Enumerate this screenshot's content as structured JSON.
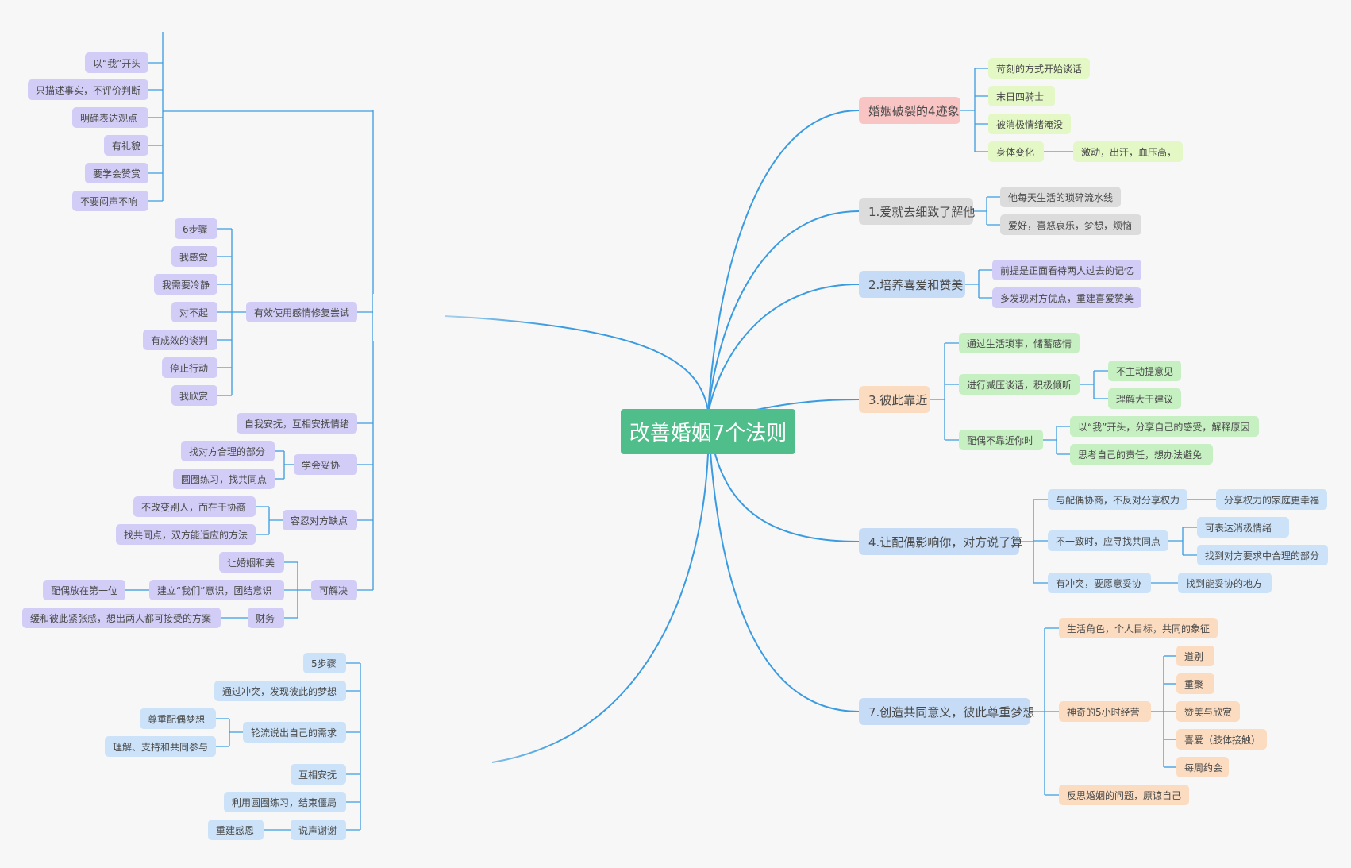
{
  "root": "改善婚姻7个法则",
  "right": [
    {
      "label": "婚姻破裂的4迹象",
      "color": "red",
      "children": [
        {
          "label": "苛刻的方式开始谈话",
          "color": "lime"
        },
        {
          "label": "末日四骑士",
          "color": "lime"
        },
        {
          "label": "被消极情绪淹没",
          "color": "lime"
        },
        {
          "label": "身体变化",
          "color": "lime",
          "children": [
            {
              "label": "激动，出汗，血压高，",
              "color": "lime"
            }
          ]
        }
      ]
    },
    {
      "label": "1.爱就去细致了解他",
      "color": "gray",
      "children": [
        {
          "label": "他每天生活的琐碎流水线",
          "color": "gray"
        },
        {
          "label": "爱好，喜怒哀乐，梦想，烦恼",
          "color": "gray"
        }
      ]
    },
    {
      "label": "2.培养喜爱和赞美",
      "color": "blue",
      "children": [
        {
          "label": "前提是正面看待两人过去的记忆",
          "color": "purple"
        },
        {
          "label": "多发现对方优点，重建喜爱赞美",
          "color": "purple"
        }
      ]
    },
    {
      "label": "3.彼此靠近",
      "color": "orange",
      "children": [
        {
          "label": "通过生活琐事，储蓄感情",
          "color": "green"
        },
        {
          "label": "进行减压谈话，积极倾听",
          "color": "green",
          "children": [
            {
              "label": "不主动提意见",
              "color": "green"
            },
            {
              "label": "理解大于建议",
              "color": "green"
            }
          ]
        },
        {
          "label": "配偶不靠近你时",
          "color": "green",
          "children": [
            {
              "label": "以“我”开头，分享自己的感受，解释原因",
              "color": "green"
            },
            {
              "label": "思考自己的责任，想办法避免",
              "color": "green"
            }
          ]
        }
      ]
    },
    {
      "label": "4.让配偶影响你，对方说了算",
      "color": "blue",
      "children": [
        {
          "label": "与配偶协商，不反对分享权力",
          "color": "sky",
          "children": [
            {
              "label": "分享权力的家庭更幸福",
              "color": "sky"
            }
          ]
        },
        {
          "label": "不一致时，应寻找共同点",
          "color": "sky",
          "children": [
            {
              "label": "可表达消极情绪",
              "color": "sky"
            },
            {
              "label": "找到对方要求中合理的部分",
              "color": "sky"
            }
          ]
        },
        {
          "label": "有冲突，要愿意妥协",
          "color": "sky",
          "children": [
            {
              "label": "找到能妥协的地方",
              "color": "sky"
            }
          ]
        }
      ]
    },
    {
      "label": "7.创造共同意义，彼此尊重梦想",
      "color": "blue",
      "children": [
        {
          "label": "生活角色，个人目标，共同的象征",
          "color": "orange"
        },
        {
          "label": "神奇的5小时经营",
          "color": "orange",
          "children": [
            {
              "label": "道别",
              "color": "orange"
            },
            {
              "label": "重聚",
              "color": "orange"
            },
            {
              "label": "赞美与欣赏",
              "color": "orange"
            },
            {
              "label": "喜爱（肢体接触）",
              "color": "orange"
            },
            {
              "label": "每周约会",
              "color": "orange"
            }
          ]
        },
        {
          "label": "反思婚姻的问题，原谅自己",
          "color": "orange"
        }
      ]
    }
  ],
  "left_upper": [
    {
      "label": "以“我”开头",
      "color": "purple"
    },
    {
      "label": "只描述事实，不评价判断",
      "color": "purple"
    },
    {
      "label": "明确表达观点",
      "color": "purple"
    },
    {
      "label": "有礼貌",
      "color": "purple"
    },
    {
      "label": "要学会赞赏",
      "color": "purple"
    },
    {
      "label": "不要闷声不响",
      "color": "purple"
    },
    {
      "label": "有效使用感情修复尝试",
      "color": "purple",
      "children": [
        {
          "label": "6步骤",
          "color": "purple"
        },
        {
          "label": "我感觉",
          "color": "purple"
        },
        {
          "label": "我需要冷静",
          "color": "purple"
        },
        {
          "label": "对不起",
          "color": "purple"
        },
        {
          "label": "有成效的谈判",
          "color": "purple"
        },
        {
          "label": "停止行动",
          "color": "purple"
        },
        {
          "label": "我欣赏",
          "color": "purple"
        }
      ]
    },
    {
      "label": "自我安抚，互相安抚情绪",
      "color": "purple"
    },
    {
      "label": "学会妥协",
      "color": "purple",
      "children": [
        {
          "label": "找对方合理的部分",
          "color": "purple"
        },
        {
          "label": "圆圈练习，找共同点",
          "color": "purple"
        }
      ]
    },
    {
      "label": "容忍对方缺点",
      "color": "purple",
      "children": [
        {
          "label": "不改变别人，而在于协商",
          "color": "purple"
        },
        {
          "label": "找共同点，双方能适应的方法",
          "color": "purple"
        }
      ]
    },
    {
      "label": "可解决",
      "color": "purple",
      "children": [
        {
          "label": "让婚姻和美",
          "color": "purple"
        },
        {
          "label": "建立“我们”意识，团结意识",
          "color": "purple",
          "children": [
            {
              "label": "配偶放在第一位",
              "color": "purple"
            }
          ]
        },
        {
          "label": "财务",
          "color": "purple",
          "children": [
            {
              "label": "缓和彼此紧张感，想出两人都可接受的方案",
              "color": "purple"
            }
          ]
        }
      ]
    }
  ],
  "left_lower": [
    {
      "label": "5步骤",
      "color": "sky"
    },
    {
      "label": "通过冲突，发现彼此的梦想",
      "color": "sky"
    },
    {
      "label": "轮流说出自己的需求",
      "color": "sky",
      "children": [
        {
          "label": "尊重配偶梦想",
          "color": "sky"
        },
        {
          "label": "理解、支持和共同参与",
          "color": "sky"
        }
      ]
    },
    {
      "label": "互相安抚",
      "color": "sky"
    },
    {
      "label": "利用圆圈练习，结束僵局",
      "color": "sky"
    },
    {
      "label": "说声谢谢",
      "color": "sky",
      "children": [
        {
          "label": "重建感恩",
          "color": "sky"
        }
      ]
    }
  ]
}
